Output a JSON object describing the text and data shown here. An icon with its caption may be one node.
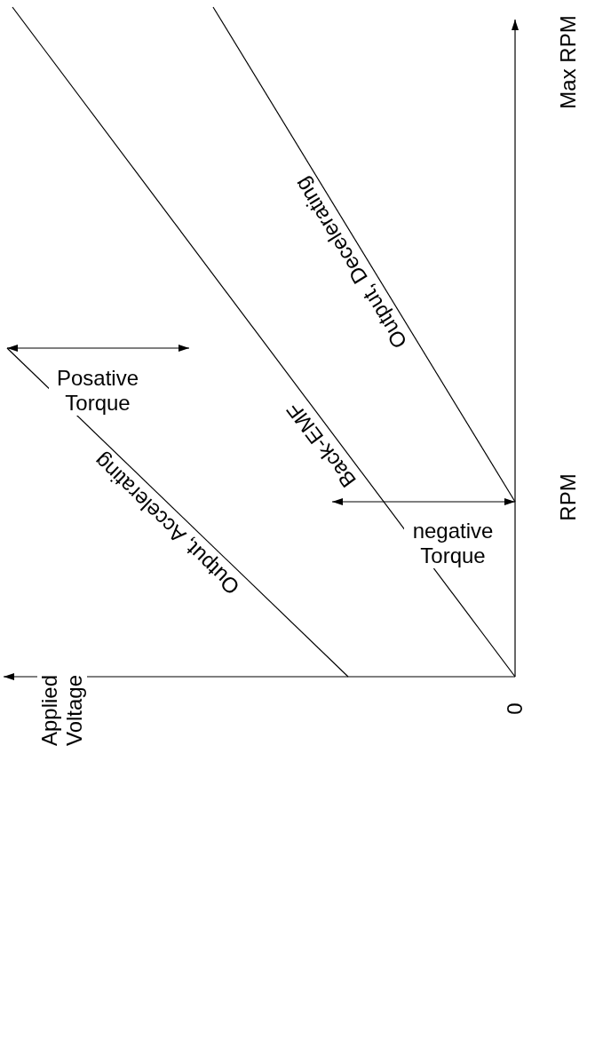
{
  "diagram": {
    "labels": [
      "Max RPM",
      "Output, Decelerating",
      "Posative Torque",
      "Back-EMF",
      "RPM",
      "negative Torque",
      "Output, Accelerating",
      "Applied Voltage",
      "0"
    ]
  }
}
